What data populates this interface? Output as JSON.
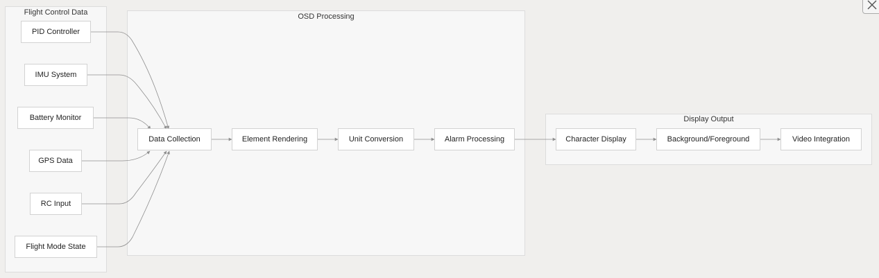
{
  "clusters": {
    "flight_control": {
      "title": "Flight Control Data"
    },
    "osd_processing": {
      "title": "OSD Processing"
    },
    "display_output": {
      "title": "Display Output"
    }
  },
  "nodes": {
    "pid_controller": "PID Controller",
    "imu_system": "IMU System",
    "battery_monitor": "Battery Monitor",
    "gps_data": "GPS Data",
    "rc_input": "RC Input",
    "flight_mode_state": "Flight Mode State",
    "data_collection": "Data Collection",
    "element_rendering": "Element Rendering",
    "unit_conversion": "Unit Conversion",
    "alarm_processing": "Alarm Processing",
    "character_display": "Character Display",
    "background_foreground": "Background/Foreground",
    "video_integration": "Video Integration"
  },
  "edges": [
    {
      "from": "pid_controller",
      "to": "data_collection"
    },
    {
      "from": "imu_system",
      "to": "data_collection"
    },
    {
      "from": "battery_monitor",
      "to": "data_collection"
    },
    {
      "from": "gps_data",
      "to": "data_collection"
    },
    {
      "from": "rc_input",
      "to": "data_collection"
    },
    {
      "from": "flight_mode_state",
      "to": "data_collection"
    },
    {
      "from": "data_collection",
      "to": "element_rendering"
    },
    {
      "from": "element_rendering",
      "to": "unit_conversion"
    },
    {
      "from": "unit_conversion",
      "to": "alarm_processing"
    },
    {
      "from": "alarm_processing",
      "to": "character_display"
    },
    {
      "from": "character_display",
      "to": "background_foreground"
    },
    {
      "from": "background_foreground",
      "to": "video_integration"
    }
  ],
  "colors": {
    "background": "#f0efed",
    "cluster_fill": "#f7f7f7",
    "node_fill": "#ffffff",
    "edge": "#8f8f8f"
  },
  "icons": {
    "close_button": "close-icon"
  }
}
